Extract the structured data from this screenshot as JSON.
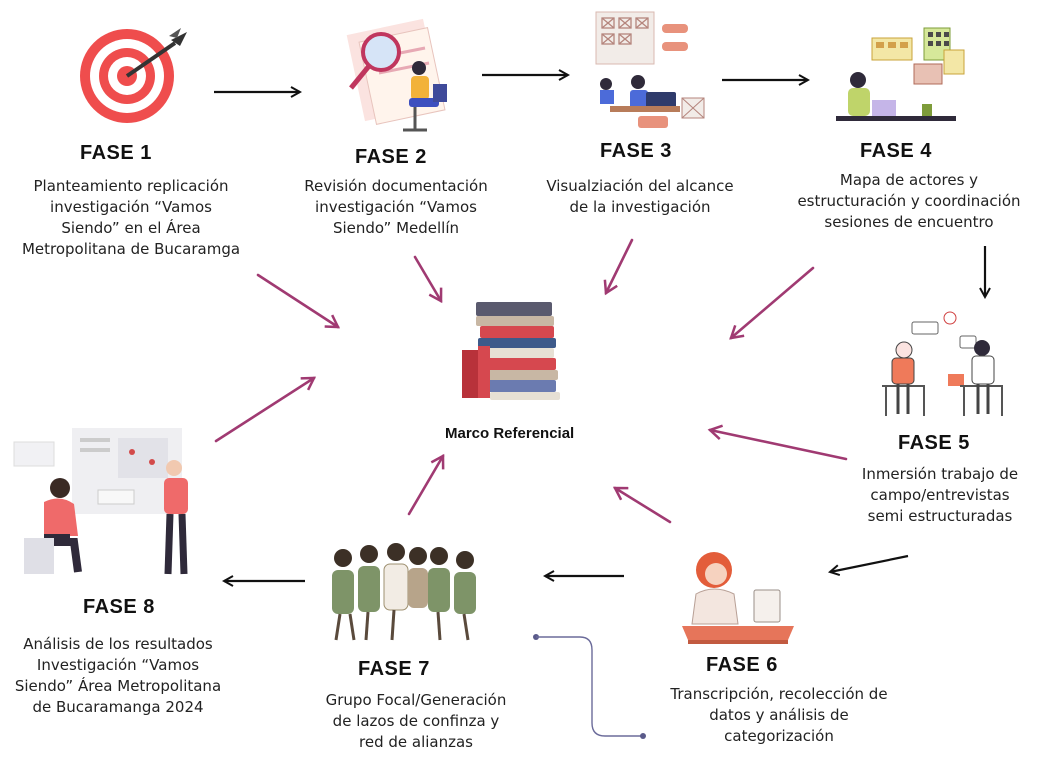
{
  "center": {
    "label": "Marco Referencial",
    "icon": "books-stack-icon"
  },
  "colors": {
    "flow_arrow": "#111111",
    "reference_arrow": "#a03a72"
  },
  "phases": [
    {
      "title": "FASE 1",
      "desc": [
        "Planteamiento replicación",
        "investigación “Vamos",
        "Siendo” en el Área",
        "Metropolitana de Bucaramga"
      ],
      "icon": "target-dart-icon"
    },
    {
      "title": "FASE 2",
      "desc": [
        "Revisión documentación",
        "investigación “Vamos",
        "Siendo” Medellín"
      ],
      "icon": "document-search-icon"
    },
    {
      "title": "FASE 3",
      "desc": [
        "Visualziación del alcance",
        "de la investigación"
      ],
      "icon": "planning-board-icon"
    },
    {
      "title": "FASE 4",
      "desc": [
        "Mapa de actores y",
        "estructuración y coordinación",
        "sesiones de encuentro"
      ],
      "icon": "city-map-icon"
    },
    {
      "title": "FASE 5",
      "desc": [
        "Inmersión trabajo de",
        "campo/entrevistas",
        "semi estructuradas"
      ],
      "icon": "interview-icon"
    },
    {
      "title": "FASE 6",
      "desc": [
        "Transcripción, recolección de",
        "datos y análisis de",
        "categorización"
      ],
      "icon": "laptop-worker-icon"
    },
    {
      "title": "FASE 7",
      "desc": [
        "Grupo Focal/Generación",
        "de lazos de confinza y",
        "red de alianzas"
      ],
      "icon": "focus-group-icon"
    },
    {
      "title": "FASE 8",
      "desc": [
        "Análisis de los resultados",
        "Investigación “Vamos",
        "Siendo”  Área Metropolitana",
        "de Bucaramanga 2024"
      ],
      "icon": "results-analysis-icon"
    }
  ]
}
